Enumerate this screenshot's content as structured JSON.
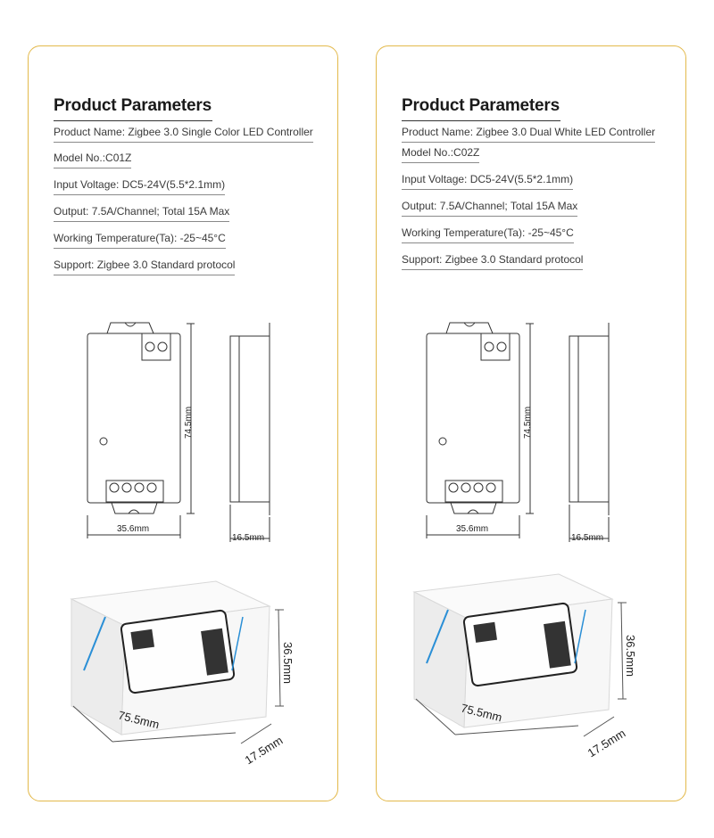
{
  "cards": [
    {
      "title": "Product Parameters",
      "params": [
        "Product Name: Zigbee 3.0 Single Color LED Controller",
        "Model No.:C01Z",
        "Input Voltage: DC5-24V(5.5*2.1mm)",
        "Output: 7.5A/Channel; Total 15A Max",
        "Working Temperature(Ta): -25~45°C",
        "Support: Zigbee 3.0 Standard protocol"
      ],
      "dims": {
        "height": "74.5mm",
        "width": "35.6mm",
        "depth": "16.5mm"
      },
      "box": {
        "length": "75.5mm",
        "height": "36.5mm",
        "depth": "17.5mm"
      }
    },
    {
      "title": "Product Parameters",
      "params": [
        "Product Name: Zigbee 3.0 Dual White LED Controller",
        "Model No.:C02Z",
        "Input Voltage: DC5-24V(5.5*2.1mm)",
        "Output: 7.5A/Channel; Total 15A Max",
        "Working Temperature(Ta): -25~45°C",
        "Support: Zigbee 3.0 Standard protocol"
      ],
      "dims": {
        "height": "74.5mm",
        "width": "35.6mm",
        "depth": "16.5mm"
      },
      "box": {
        "length": "75.5mm",
        "height": "36.5mm",
        "depth": "17.5mm"
      }
    }
  ],
  "colors": {
    "border": "#e3b94b",
    "line": "#333333",
    "accent": "#2a8fd6"
  }
}
